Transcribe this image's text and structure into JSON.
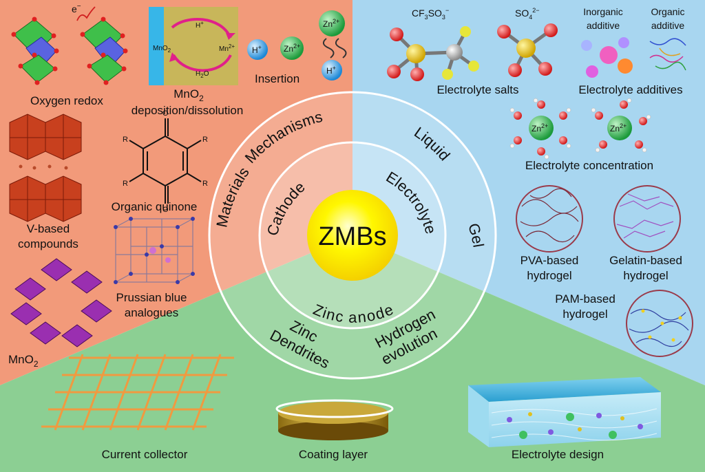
{
  "center": {
    "title": "ZMBs"
  },
  "inner_ring": {
    "cathode": "Cathode",
    "electrolyte": "Electrolyte",
    "anode": "Zinc anode"
  },
  "outer_ring": {
    "materials": "Materials",
    "mechanisms": "Mechanisms",
    "liquid": "Liquid",
    "gel": "Gel",
    "zinc_dendrites_1": "Zinc",
    "zinc_dendrites_2": "Dendrites",
    "hydrogen_1": "Hydrogen",
    "hydrogen_2": "evolution"
  },
  "cathode_section": {
    "electron": "e",
    "electron_sup": "−",
    "oxygen_redox": "Oxygen redox",
    "mno2_label": "MnO",
    "mno2_sub": "2",
    "h_plus": "H",
    "h_plus_sup": "+",
    "mn_ion": "Mn",
    "mn_sup": "2+",
    "water": "H",
    "water_sub": "2",
    "water_o": "O",
    "deposition_1": "MnO",
    "deposition_1_sub": "2",
    "deposition_2": "deposition/dissolution",
    "insertion": "Insertion",
    "h_ion": "H",
    "h_ion_sup": "+",
    "zn_ion": "Zn",
    "zn_ion_sup": "2+",
    "v_based_1": "V-based",
    "v_based_2": "compounds",
    "quinone": "Organic quinone",
    "r_label": "R",
    "o_label": "O",
    "prussian_1": "Prussian blue",
    "prussian_2": "analogues",
    "mno2_bottom": "MnO",
    "mno2_bottom_sub": "2"
  },
  "electrolyte_section": {
    "salt_1": "CF",
    "salt_1_sub": "3",
    "salt_1_b": "SO",
    "salt_1_sub2": "3",
    "salt_1_sup": "−",
    "salt_2": "SO",
    "salt_2_sub": "4",
    "salt_2_sup": "2−",
    "inorganic_1": "Inorganic",
    "inorganic_2": "additive",
    "organic_1": "Organic",
    "organic_2": "additive",
    "salts": "Electrolyte salts",
    "additives": "Electrolyte additives",
    "concentration": "Electrolyte concentration",
    "zn": "Zn",
    "zn_sup": "2+",
    "pva_1": "PVA-based",
    "pva_2": "hydrogel",
    "gelatin_1": "Gelatin-based",
    "gelatin_2": "hydrogel",
    "pam_1": "PAM-based",
    "pam_2": "hydrogel"
  },
  "anode_section": {
    "current_collector": "Current collector",
    "coating_layer": "Coating layer",
    "electrolyte_design": "Electrolyte design"
  },
  "colors": {
    "cathode_bg": "#f29a7a",
    "electrolyte_bg": "#a8d6f0",
    "anode_bg": "#8ccf93",
    "center_yellow": "#fff200"
  }
}
